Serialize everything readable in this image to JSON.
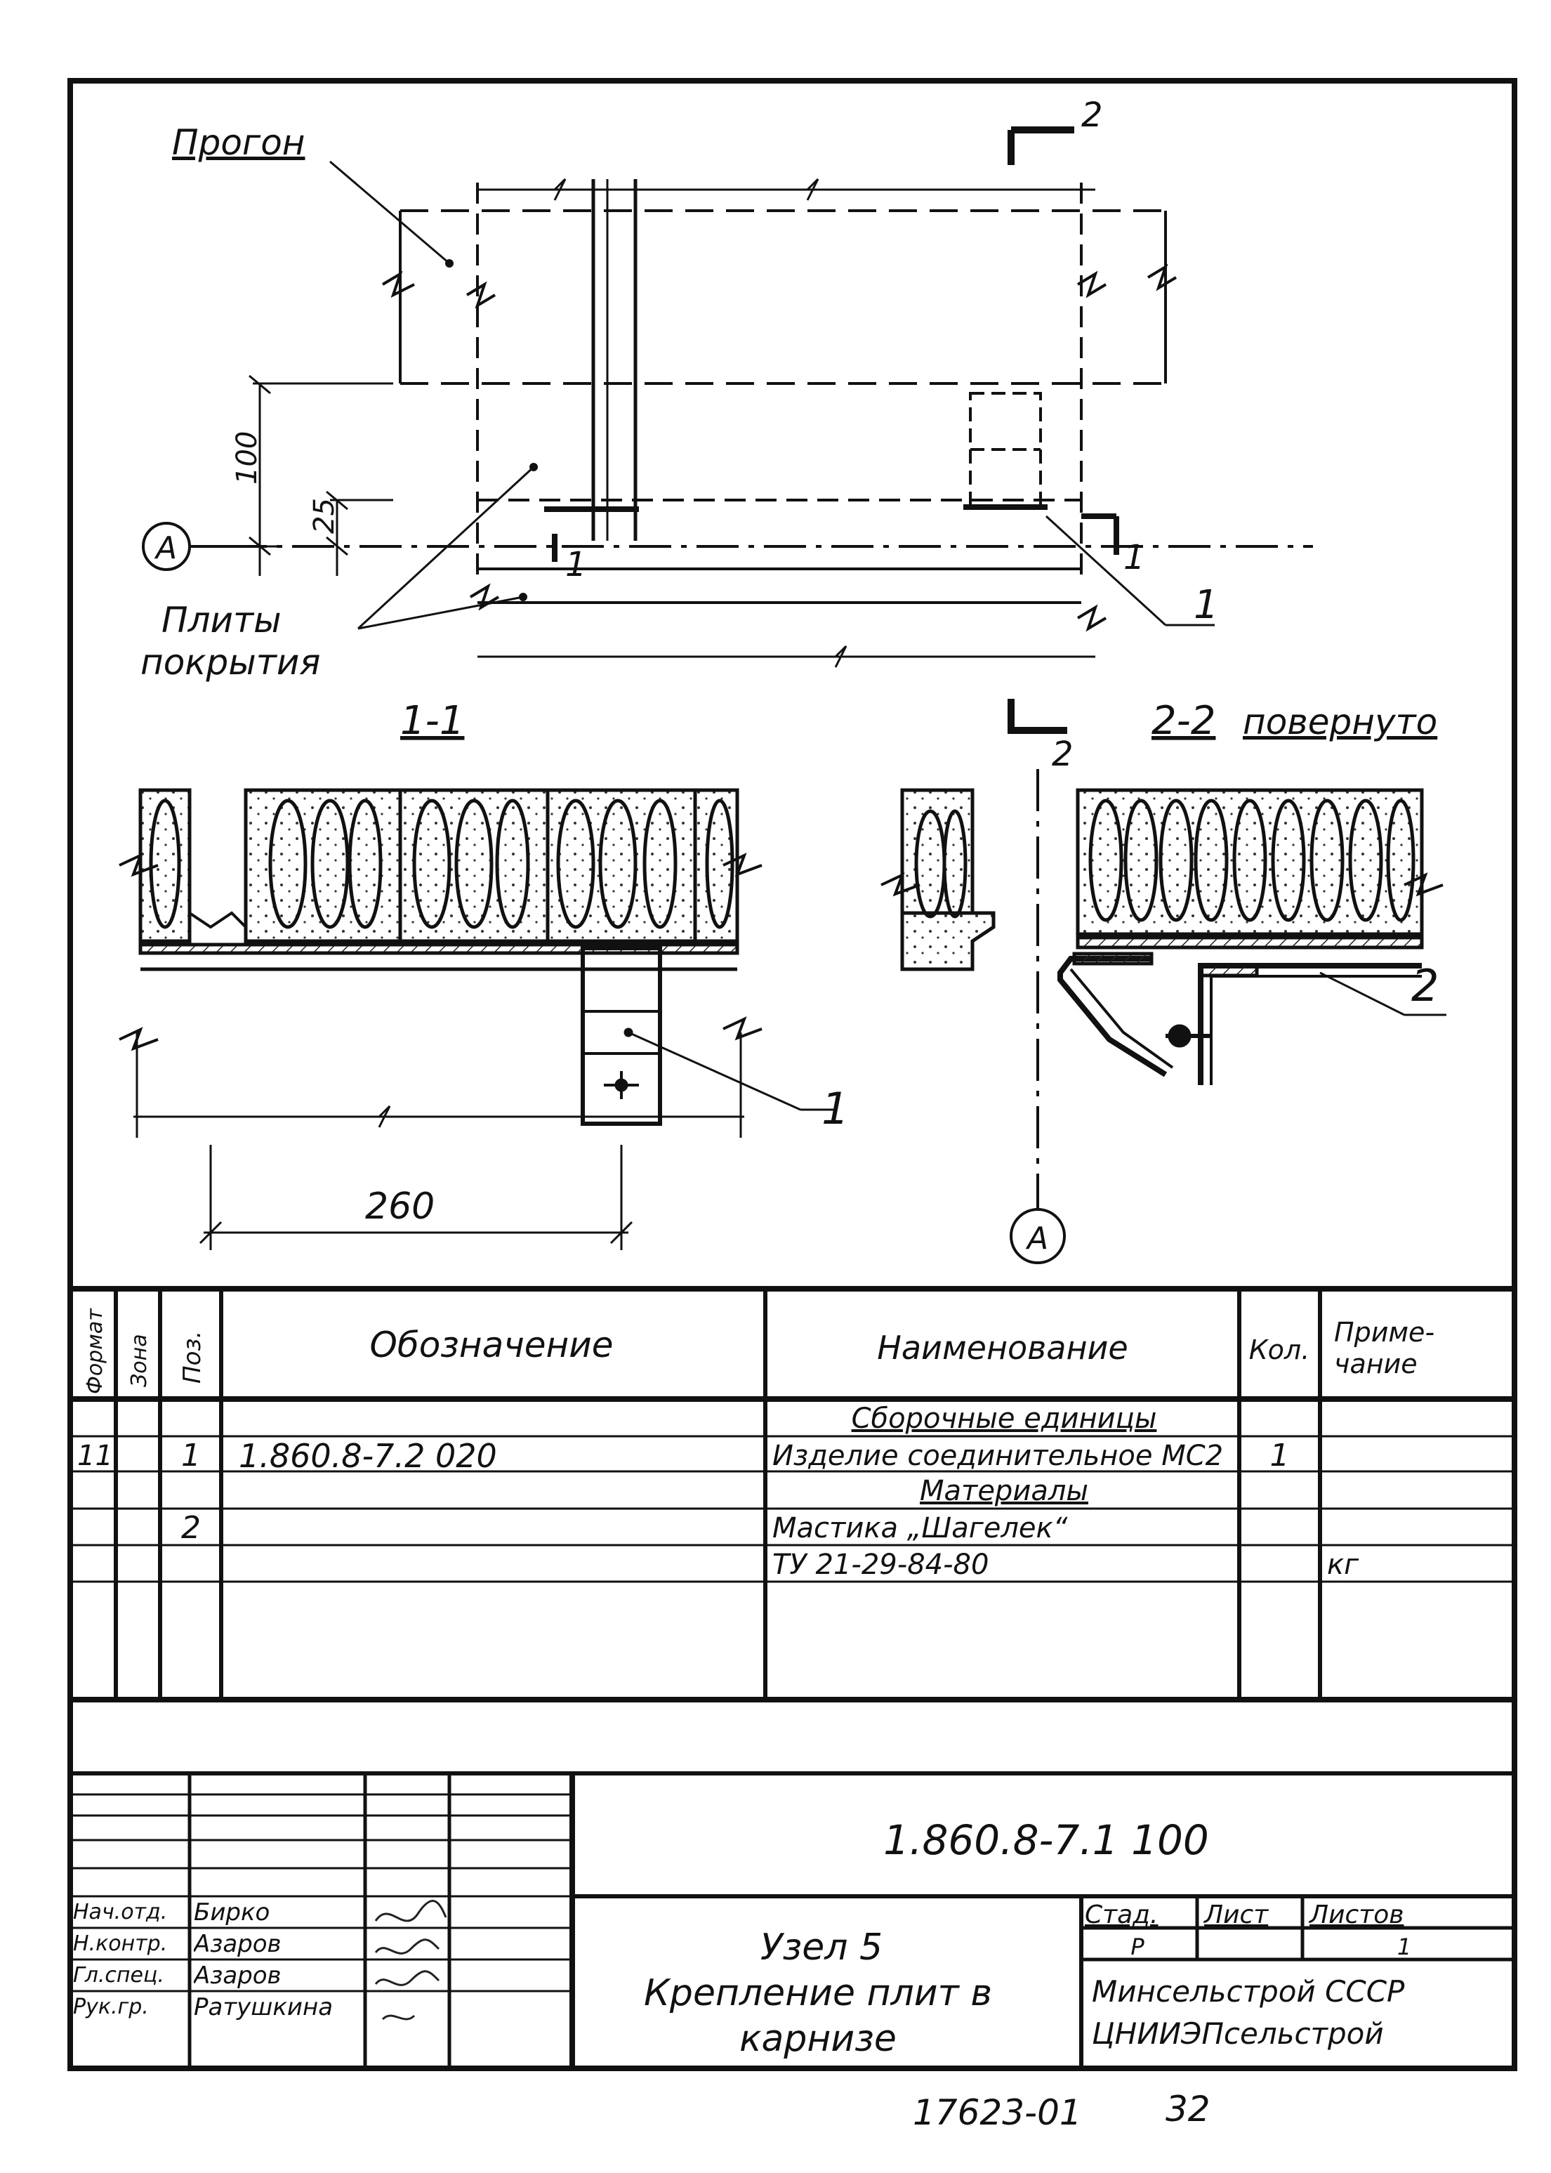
{
  "drawing": {
    "labels": {
      "purlin": "Прогон",
      "slabs_line1": "Плиты",
      "slabs_line2": "покрытия",
      "axis": "А",
      "dim_100": "100",
      "dim_25": "25",
      "dim_260": "260",
      "section_1": "1",
      "section_2": "2",
      "pos_1": "1",
      "pos_2": "2",
      "section_1_title": "1-1",
      "section_2_title": "2-2",
      "section_2_suffix": "повернуто"
    }
  },
  "spec_table": {
    "headers": {
      "format": "Формат",
      "zone": "Зона",
      "pos": "Поз.",
      "designation": "Обозначение",
      "name": "Наименование",
      "qty": "Кол.",
      "note": "Приме-\nчание"
    },
    "rows": [
      {
        "format": "",
        "zone": "",
        "pos": "",
        "designation": "",
        "name": "Сборочные единицы",
        "qty": "",
        "note": "",
        "heading": true
      },
      {
        "format": "11",
        "zone": "",
        "pos": "1",
        "designation": "1.860.8-7.2 020",
        "name": "Изделие соединительное МС2",
        "qty": "1",
        "note": "",
        "heading": false
      },
      {
        "format": "",
        "zone": "",
        "pos": "",
        "designation": "",
        "name": "Материалы",
        "qty": "",
        "note": "",
        "heading": true
      },
      {
        "format": "",
        "zone": "",
        "pos": "2",
        "designation": "",
        "name": "Мастика „Шагелек“",
        "qty": "",
        "note": "",
        "heading": false
      },
      {
        "format": "",
        "zone": "",
        "pos": "",
        "designation": "",
        "name": "ТУ 21-29-84-80",
        "qty": "",
        "note": "кг",
        "heading": false
      }
    ]
  },
  "title_block": {
    "doc_code": "1.860.8-7.1 100",
    "title_line1": "Узел 5",
    "title_line2": "Крепление плит в",
    "title_line3": "карнизе",
    "stage_label": "Стад.",
    "sheet_label": "Лист",
    "sheets_label": "Листов",
    "stage_value": "Р",
    "sheets_value": "1",
    "org_line1": "Минсельстрой СССР",
    "org_line2": "ЦНИИЭПсельстрой",
    "signatures": [
      {
        "role": "Нач.отд.",
        "name": "Бирко"
      },
      {
        "role": "Н.контр.",
        "name": "Азаров"
      },
      {
        "role": "Гл.спец.",
        "name": "Азаров"
      },
      {
        "role": "Рук.гр.",
        "name": "Ратушкина"
      }
    ]
  },
  "footer": {
    "inventory_number": "17623-01",
    "page_number": "32"
  }
}
